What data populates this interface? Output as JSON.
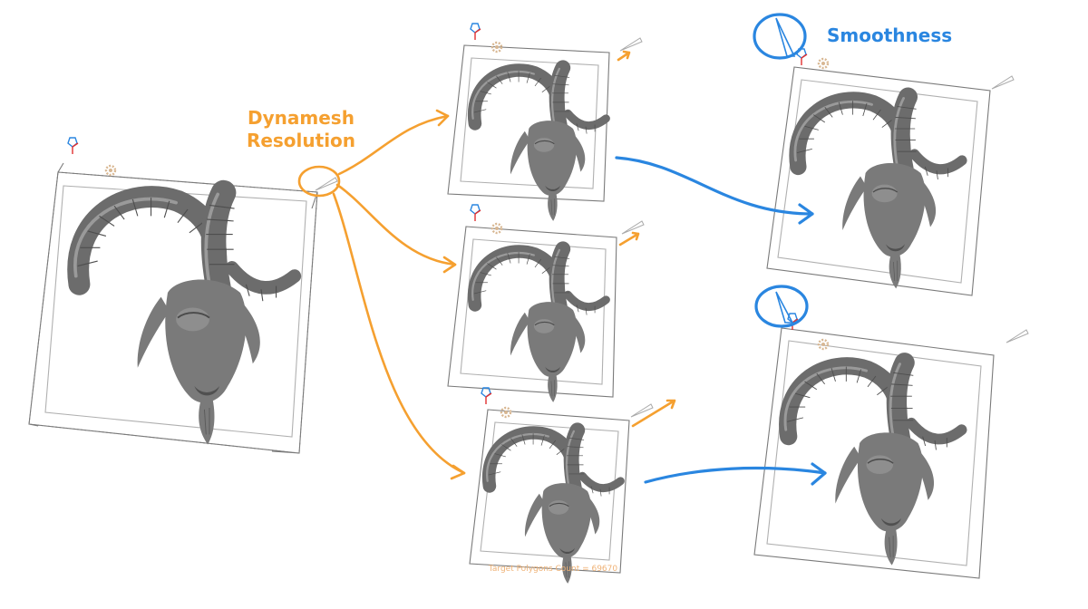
{
  "labels": {
    "dynamesh": "Dynamesh\nResolution",
    "smoothness": "Smoothness",
    "target_count": "Target Polygons Count = 69670"
  },
  "colors": {
    "orange_accent": "#f5a030",
    "blue_accent": "#2a86e0",
    "model_gray": "#7a7a7a",
    "background": "#ffffff"
  },
  "icons": [
    "gizmo-icon",
    "gear-icon",
    "brush-cone-icon"
  ],
  "panels": [
    {
      "id": "source-model"
    },
    {
      "id": "dynamesh-result-1"
    },
    {
      "id": "dynamesh-result-2"
    },
    {
      "id": "dynamesh-result-3"
    },
    {
      "id": "smoothed-result-1"
    },
    {
      "id": "smoothed-result-2"
    }
  ]
}
